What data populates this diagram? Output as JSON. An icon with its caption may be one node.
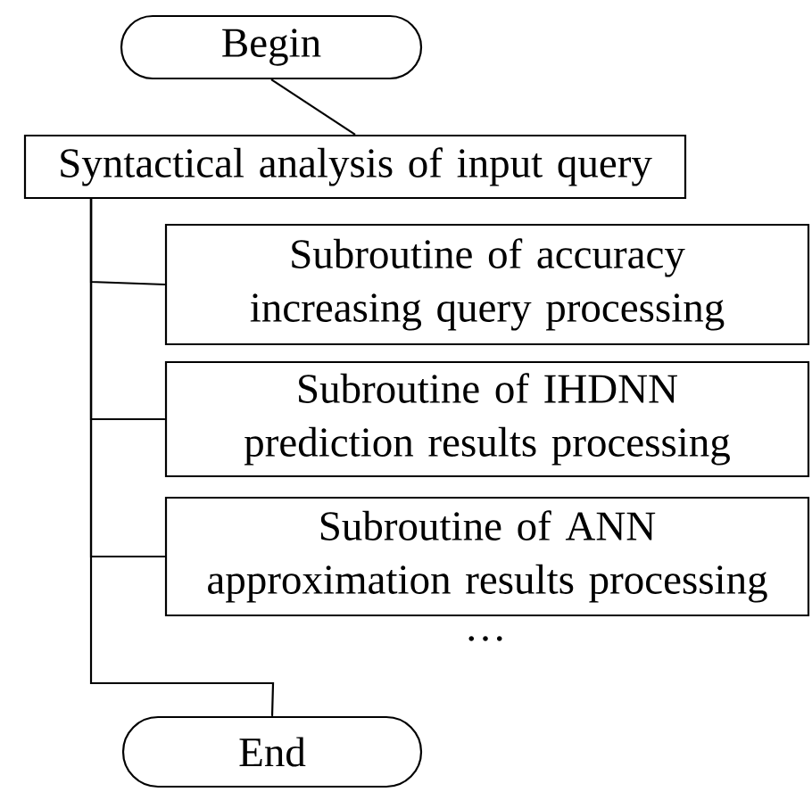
{
  "diagram": {
    "nodes": [
      {
        "text": [
          "Begin"
        ]
      },
      {
        "text": [
          "Syntactical analysis of input query"
        ]
      },
      {
        "text": [
          "Subroutine of accuracy increasing query processing"
        ]
      },
      {
        "text": [
          "Subroutine of IHDNN prediction results processing"
        ]
      },
      {
        "text": [
          "Subroutine of ANN approximation results processing"
        ]
      },
      {
        "text": [
          "End"
        ]
      }
    ],
    "edges": [
      {
        "from": 0,
        "to": 1,
        "arrow": "none"
      },
      {
        "from": 1,
        "to": 2,
        "arrow": "none"
      },
      {
        "from": 1,
        "to": 3,
        "arrow": "none"
      },
      {
        "from": 1,
        "to": 4,
        "arrow": "none"
      },
      {
        "from": 1,
        "to": 5,
        "arrow": "none"
      }
    ],
    "labels": [
      "…"
    ]
  }
}
